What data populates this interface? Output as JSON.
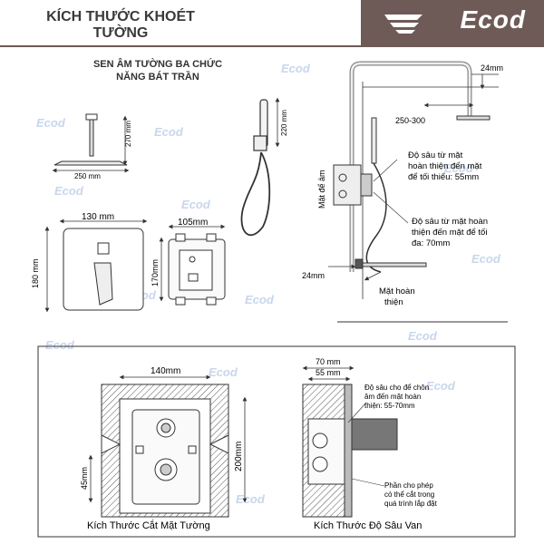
{
  "header": {
    "title_line1": "KÍCH THƯỚC KHOÉT",
    "title_line2": "TƯỜNG",
    "brand": "Ecod"
  },
  "subtitle": {
    "line1": "SEN ÂM TƯỜNG BA CHỨC",
    "line2": "NĂNG BÁT TRẦN"
  },
  "watermark": "Ecod",
  "dimensions": {
    "head_height": "270 mm",
    "head_width": "250 mm",
    "hand_height": "220 mm",
    "plate_width": "130 mm",
    "plate_height": "180 mm",
    "box_width": "105mm",
    "box_height": "170mm",
    "arm_thickness": "24mm",
    "arm_length": "250-300",
    "bottom_gap": "24mm",
    "wall_label": "Mặt để âm",
    "cut_width": "140mm",
    "cut_height": "200mm",
    "cut_lower": "45mm",
    "depth_total": "70 mm",
    "depth_inner": "55 mm"
  },
  "notes": {
    "min_depth": [
      "Độ sâu từ mặt",
      "hoàn thiện đến mặt",
      "để tối thiểu: 55mm"
    ],
    "max_depth": [
      "Độ sâu từ mặt hoàn",
      "thiện đến mặt để tối",
      "đa: 70mm"
    ],
    "finish_face": [
      "Mặt hoàn",
      "thiện"
    ],
    "embed_depth": [
      "Độ sâu cho để chôn",
      "âm đến mặt hoàn",
      "thiện: 55-70mm"
    ],
    "allowance": [
      "Phần cho phép",
      "có thể cắt trong",
      "quá trình lắp đặt"
    ]
  },
  "captions": {
    "cut_size": "Kích Thước Cắt Mặt Tường",
    "valve_depth": "Kích Thước Độ Sâu Van"
  }
}
